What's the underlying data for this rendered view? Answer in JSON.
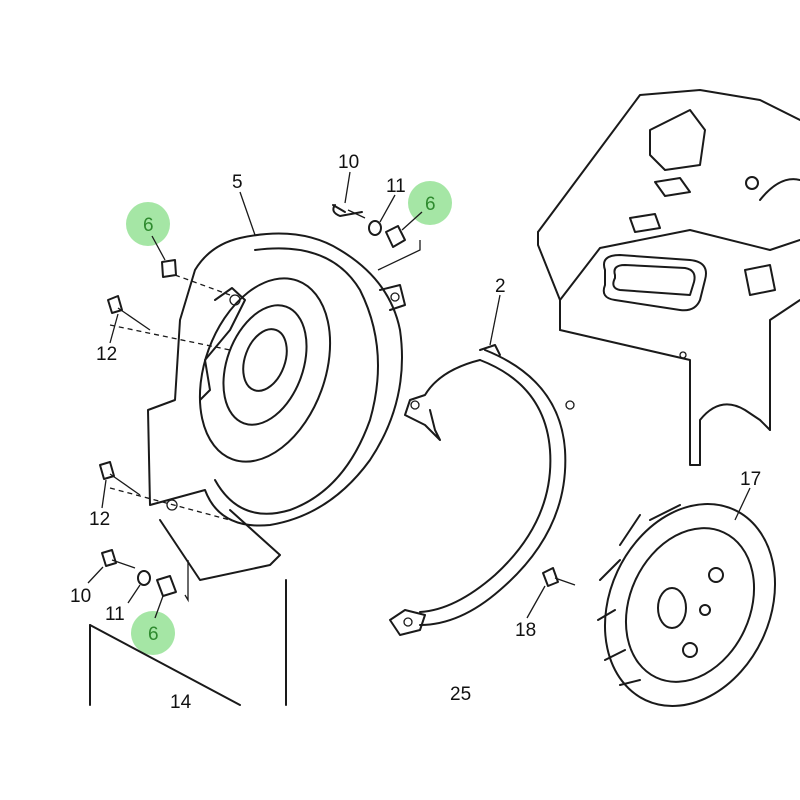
{
  "title": "Recoil starter / fan cover exploded parts diagram",
  "highlight_color": "#8fe08f",
  "callouts": [
    {
      "id": "c5",
      "label": "5",
      "highlighted": false
    },
    {
      "id": "c10a",
      "label": "10",
      "highlighted": false
    },
    {
      "id": "c11a",
      "label": "11",
      "highlighted": false
    },
    {
      "id": "c6a",
      "label": "6",
      "highlighted": true
    },
    {
      "id": "c6b",
      "label": "6",
      "highlighted": true
    },
    {
      "id": "c12a",
      "label": "12",
      "highlighted": false
    },
    {
      "id": "c12b",
      "label": "12",
      "highlighted": false
    },
    {
      "id": "c2",
      "label": "2",
      "highlighted": false
    },
    {
      "id": "c17",
      "label": "17",
      "highlighted": false
    },
    {
      "id": "c10b",
      "label": "10",
      "highlighted": false
    },
    {
      "id": "c11b",
      "label": "11",
      "highlighted": false
    },
    {
      "id": "c6c",
      "label": "6",
      "highlighted": true
    },
    {
      "id": "c18",
      "label": "18",
      "highlighted": false
    },
    {
      "id": "c14",
      "label": "14",
      "highlighted": false
    },
    {
      "id": "c25",
      "label": "25",
      "highlighted": false
    }
  ]
}
